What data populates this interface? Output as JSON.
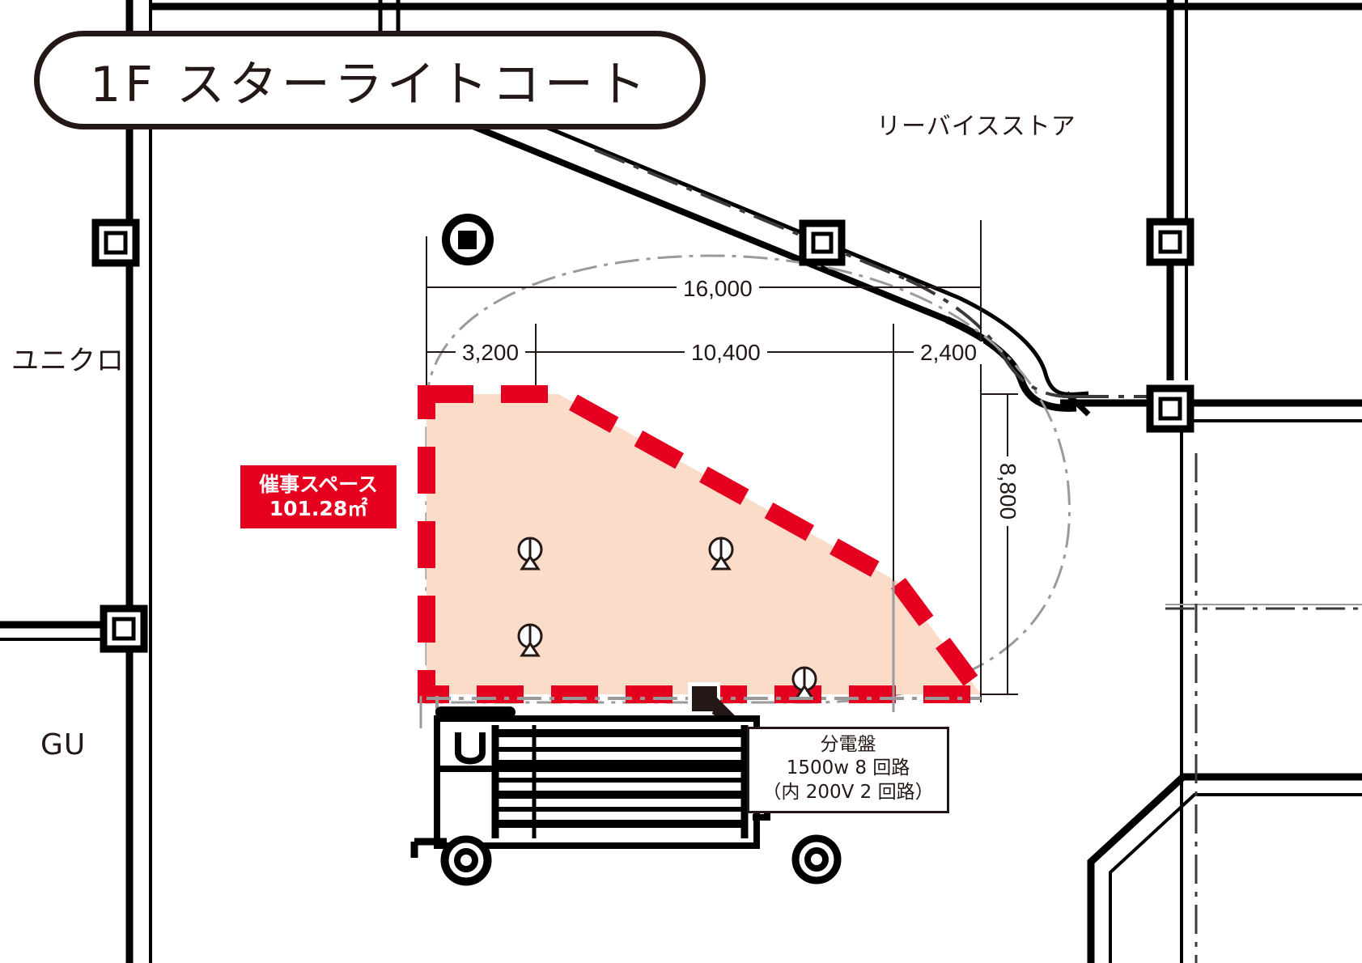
{
  "plan": {
    "title": "1F スターライトコート",
    "area_badge": {
      "label": "催事スペース",
      "value": "101.28",
      "unit": "㎡",
      "unit_full": "101.28 ㎡",
      "color": "#e60020"
    },
    "store_labels": {
      "uniqlo": "ユニクロ",
      "gu": "GU",
      "levis": "リーバイスストア"
    },
    "dimensions": {
      "overall_width": "16,000",
      "segment_left": "3,200",
      "segment_middle": "10,400",
      "segment_right": "2,400",
      "height": "8,800",
      "unit_note": "mm"
    },
    "callout": {
      "title": "分電盤",
      "line2": "1500w 8 回路",
      "line3": "（内 200V 2 回路）"
    },
    "colors": {
      "accent_red": "#e60020",
      "fill_peach": "#fadcc9",
      "ink": "#231815",
      "grey_line": "#9a9a9a"
    },
    "markers": {
      "sprinkler_count": 4,
      "column_count": 6,
      "floor_outlet_count": 2
    }
  }
}
